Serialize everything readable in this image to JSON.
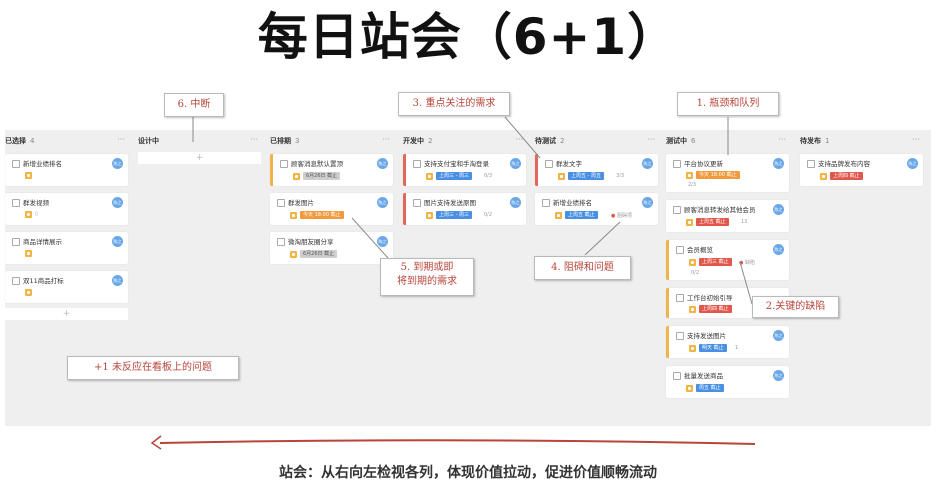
{
  "title": "每日站会（6+1）",
  "footer": "站会：从右向左检视各列，体现价值拉动，促进价值顺畅流动",
  "columns": [
    {
      "name": "已选择",
      "count": "4",
      "more": "···"
    },
    {
      "name": "设计中",
      "count": "",
      "more": "···"
    },
    {
      "name": "已排期",
      "count": "3",
      "more": "···"
    },
    {
      "name": "开发中",
      "count": "2",
      "more": "···"
    },
    {
      "name": "待测试",
      "count": "2",
      "more": "···"
    },
    {
      "name": "测试中",
      "count": "6",
      "more": "···"
    },
    {
      "name": "待发布",
      "count": "1",
      "more": "···"
    }
  ],
  "add_label": "+",
  "avatar_text": "陈之",
  "cards": {
    "c0_0": "新增业绩排名",
    "c0_1": "群发视频",
    "c0_2": "商品详情展示",
    "c0_3": "双11商品打标",
    "c2_0": "顾客消息默认置顶",
    "c2_0_tag": "6月26日 截止",
    "c2_1": "群发图片",
    "c2_1_tag": "今天 18:00 截止",
    "c2_2": "微淘朋友圈分享",
    "c2_2_tag": "6月26日 截止",
    "c3_0": "支持支付宝和手淘登录",
    "c3_0_tag": "上周三 - 周三",
    "c3_0_meta": "0/3",
    "c3_1": "图片支持发送原图",
    "c3_1_tag": "上周三 - 周三",
    "c3_1_meta": "0/2",
    "c4_0": "群发文字",
    "c4_0_tag": "上周五 - 周五",
    "c4_0_meta": "3/3",
    "c4_1": "新增业绩排名",
    "c4_1_tag": "上周五 截止",
    "c4_1_meta": "阻碍项",
    "c5_0": "平台协议更新",
    "c5_0_tag": "今天 18:00 截止",
    "c5_0_meta": "2/3",
    "c5_1": "顾客消息转发给其他会员",
    "c5_1_tag": "上周五 截止",
    "c5_1_meta": "13",
    "c5_2": "会员概览",
    "c5_2_tag": "上周三 截止",
    "c5_2_meta": "缺陷",
    "c5_2_meta2": "0/2",
    "c5_3": "工作台初始引导",
    "c5_3_tag": "上周四 截止",
    "c5_4": "支持发送图片",
    "c5_4_tag": "明天 截止",
    "c5_4_meta": "1",
    "c5_5": "批量发送商品",
    "c5_5_tag": "周五 截止",
    "c6_0": "支持品牌发布内容",
    "c6_0_tag": "上周四 截止"
  },
  "notes": {
    "n1": "1. 瓶颈和队列",
    "n2": "2.关键的缺陷",
    "n3": "3. 重点关注的需求",
    "n4": "4. 阻碍和问题",
    "n5a": "5. 到期或即",
    "n5b": "将到期的需求",
    "n6": "6. 中断",
    "n7": "+1 未反应在看板上的问题"
  },
  "colors": {
    "accent_red": "#b8443a",
    "tag_orange": "#f29a3b",
    "tag_red": "#e2574c",
    "tag_blue": "#4a90e2",
    "priority": "#f2b544"
  }
}
